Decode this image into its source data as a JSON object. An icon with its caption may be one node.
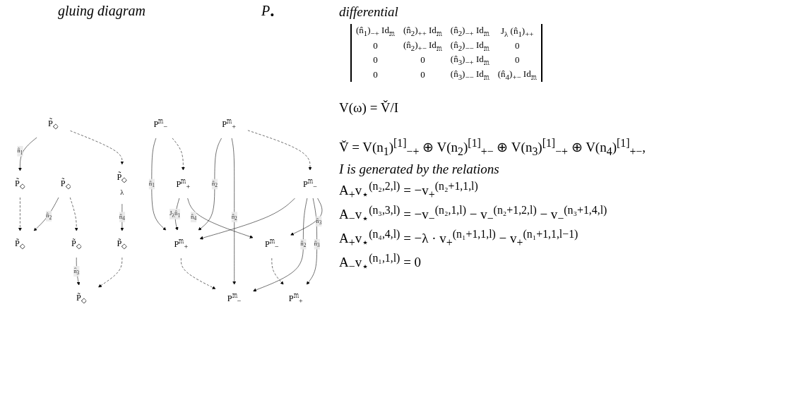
{
  "diagram": {
    "nodes": [
      {
        "text": [
          "P̃$_{◇}$"
        ]
      },
      {
        "text": [
          "P̃$_{◇}$"
        ]
      },
      {
        "text": [
          "P̃$_{◇}$"
        ]
      },
      {
        "text": [
          "P̃$_{◇}$"
        ]
      },
      {
        "text": [
          "P̃$_{◇}$"
        ]
      },
      {
        "text": [
          "P̃$_{◇}$"
        ]
      },
      {
        "text": [
          "P̃$_{◇}$"
        ],
        "beside": [
          "λ"
        ]
      },
      {
        "text": [
          "P̃$_{◇}$"
        ]
      },
      {
        "text": [
          "P$^{𝚖}$$_{−}$"
        ]
      },
      {
        "text": [
          "P$^{𝚖}$$_{+}$"
        ]
      },
      {
        "text": [
          "P$^{𝚖}$$_{+}$"
        ]
      },
      {
        "text": [
          "P$^{𝚖}$$_{−}$"
        ]
      },
      {
        "text": [
          "P$^{𝚖}$$_{−}$"
        ]
      },
      {
        "text": [
          "P$^{𝚖}$$_{+}$"
        ]
      },
      {
        "text": [
          "P$^{𝚖}$$_{+}$"
        ]
      },
      {
        "text": [
          "P$^{𝚖}$$_{−}$"
        ]
      }
    ],
    "edges": [
      {
        "from": 0,
        "to": 1,
        "arrow": "to",
        "label": "n̂$_{1}$"
      },
      {
        "from": 1,
        "to": 3,
        "arrow": "to",
        "style": "dashed"
      },
      {
        "from": 2,
        "to": 3,
        "arrow": "to",
        "label": "n̂$_{2}$"
      },
      {
        "from": 2,
        "to": 4,
        "arrow": "to",
        "style": "dashed"
      },
      {
        "from": 4,
        "to": 5,
        "arrow": "to",
        "label": "n̂$_{3}$"
      },
      {
        "from": 0,
        "to": 6,
        "arrow": "to",
        "style": "dashed"
      },
      {
        "from": 7,
        "to": 5,
        "arrow": "to",
        "style": "dashed"
      },
      {
        "from": 6,
        "to": 7,
        "arrow": "to",
        "label": "n̂$_{4}$"
      },
      {
        "from": 8,
        "to": 9,
        "arrow": "to",
        "label": "n̂$_{1}$"
      },
      {
        "from": 9,
        "to": 11,
        "arrow": "to",
        "style": "dashed"
      },
      {
        "from": 10,
        "to": 9,
        "arrow": "to",
        "label": "n̂$_{2}$"
      },
      {
        "from": 10,
        "to": 11,
        "arrow": "to",
        "label": "n̂$_{2}$"
      },
      {
        "from": 12,
        "to": 9,
        "arrow": "to"
      },
      {
        "from": 14,
        "to": 9,
        "arrow": "to",
        "label": "J$_{λ}$n̂$_{1}$"
      },
      {
        "from": 10,
        "to": 12,
        "arrow": "to",
        "style": "dashed"
      },
      {
        "from": 12,
        "to": 11,
        "arrow": "to",
        "label": "n̂$_{2}$"
      },
      {
        "from": 12,
        "to": 13,
        "arrow": "to",
        "label": "n̂$_{3}$"
      },
      {
        "from": 12,
        "to": 15,
        "arrow": "to",
        "label": "n̂$_{3}$"
      },
      {
        "from": 8,
        "to": 14,
        "arrow": "to",
        "style": "dashed"
      },
      {
        "from": 15,
        "to": 13,
        "arrow": "to",
        "style": "dashed"
      },
      {
        "from": 14,
        "to": 15,
        "arrow": "to",
        "label": "n̂$_{4}$"
      }
    ],
    "labels": [
      "gluing diagram",
      "P$_{•}$",
      "differential",
      "(n̂$_{1}$)$_{−+}$ Id$_{𝚖}$",
      "(n̂$_{2}$)$_{++}$ Id$_{𝚖}$",
      "(n̂$_{2}$)$_{−+}$ Id$_{𝚖}$",
      "J$_{λ}$ (n̂$_{1}$)$_{++}$",
      "0",
      "(n̂$_{2}$)$_{+−}$ Id$_{𝚖}$",
      "(n̂$_{2}$)$_{−−}$ Id$_{𝚖}$",
      "0",
      "0",
      "0",
      "(n̂$_{3}$)$_{−+}$ Id$_{𝚖}$",
      "0",
      "0",
      "0",
      "(n̂$_{3}$)$_{−−}$ Id$_{𝚖}$",
      "(n̂$_{4}$)$_{+−}$ Id$_{𝚖}$",
      "V(ω) = V̌/I",
      "V̌ = V(n$_{1}$)$^{[1]}$$_{−+}$ ⊕ V(n$_{2}$)$^{[1]}$$_{+−}$ ⊕ V(n$_{3}$)$^{[1]}$$_{−+}$ ⊕ V(n$_{4}$)$^{[1]}$$_{+−}$,",
      "I is generated by the relations",
      "A$_{+}$v$_{⋆}$$^{(n₂,2,l)}$ = −v$_{+}$$^{(n₂+1,1,l)}$",
      "A$_{−}$v$_{⋆}$$^{(n₃,3,l)}$ = −v$_{−}$$^{(n₂,1,l)}$ − v$_{−}$$^{(n₂+1,2,l)}$ − v$_{−}$$^{(n₃+1,4,l)}$",
      "A$_{+}$v$_{⋆}$$^{(n₄,4,l)}$ = −λ · v$_{+}$$^{(n₁+1,1,l)}$ − v$_{+}$$^{(n₁+1,1,l−1)}$",
      "A$_{−}$v$_{⋆}$$^{(n₁,1,l)}$ = 0"
    ]
  }
}
